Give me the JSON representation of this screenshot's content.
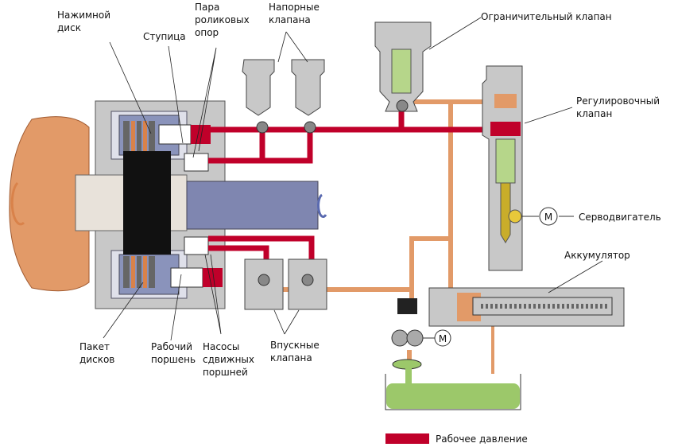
{
  "labels": {
    "pressure_disc": [
      "Нажимной",
      "диск"
    ],
    "hub": "Ступица",
    "roller_bearings": [
      "Пара",
      "роликовых",
      "опор"
    ],
    "pressure_valves": [
      "Напорные",
      "клапана"
    ],
    "limiter_valve": "Ограничительный клапан",
    "regulating_valve": [
      "Регулировочный",
      "клапан"
    ],
    "servo_motor": "Серводвигатель",
    "accumulator": "Аккумулятор",
    "disc_pack": [
      "Пакет",
      "дисков"
    ],
    "working_piston": [
      "Рабочий",
      "поршень"
    ],
    "piston_pumps": [
      "Насосы",
      "сдвижных",
      "поршней"
    ],
    "intake_valves": [
      "Впускные",
      "клапана"
    ],
    "motor_symbol": "M"
  },
  "legend": {
    "working_pressure": "Рабочее давление"
  },
  "colors": {
    "working_pressure": "#c0002a",
    "low_pressure": "#e29a68",
    "housing": "#c8c8c8",
    "shaft": "#7f86b0",
    "fluid": "#9cc86a"
  }
}
